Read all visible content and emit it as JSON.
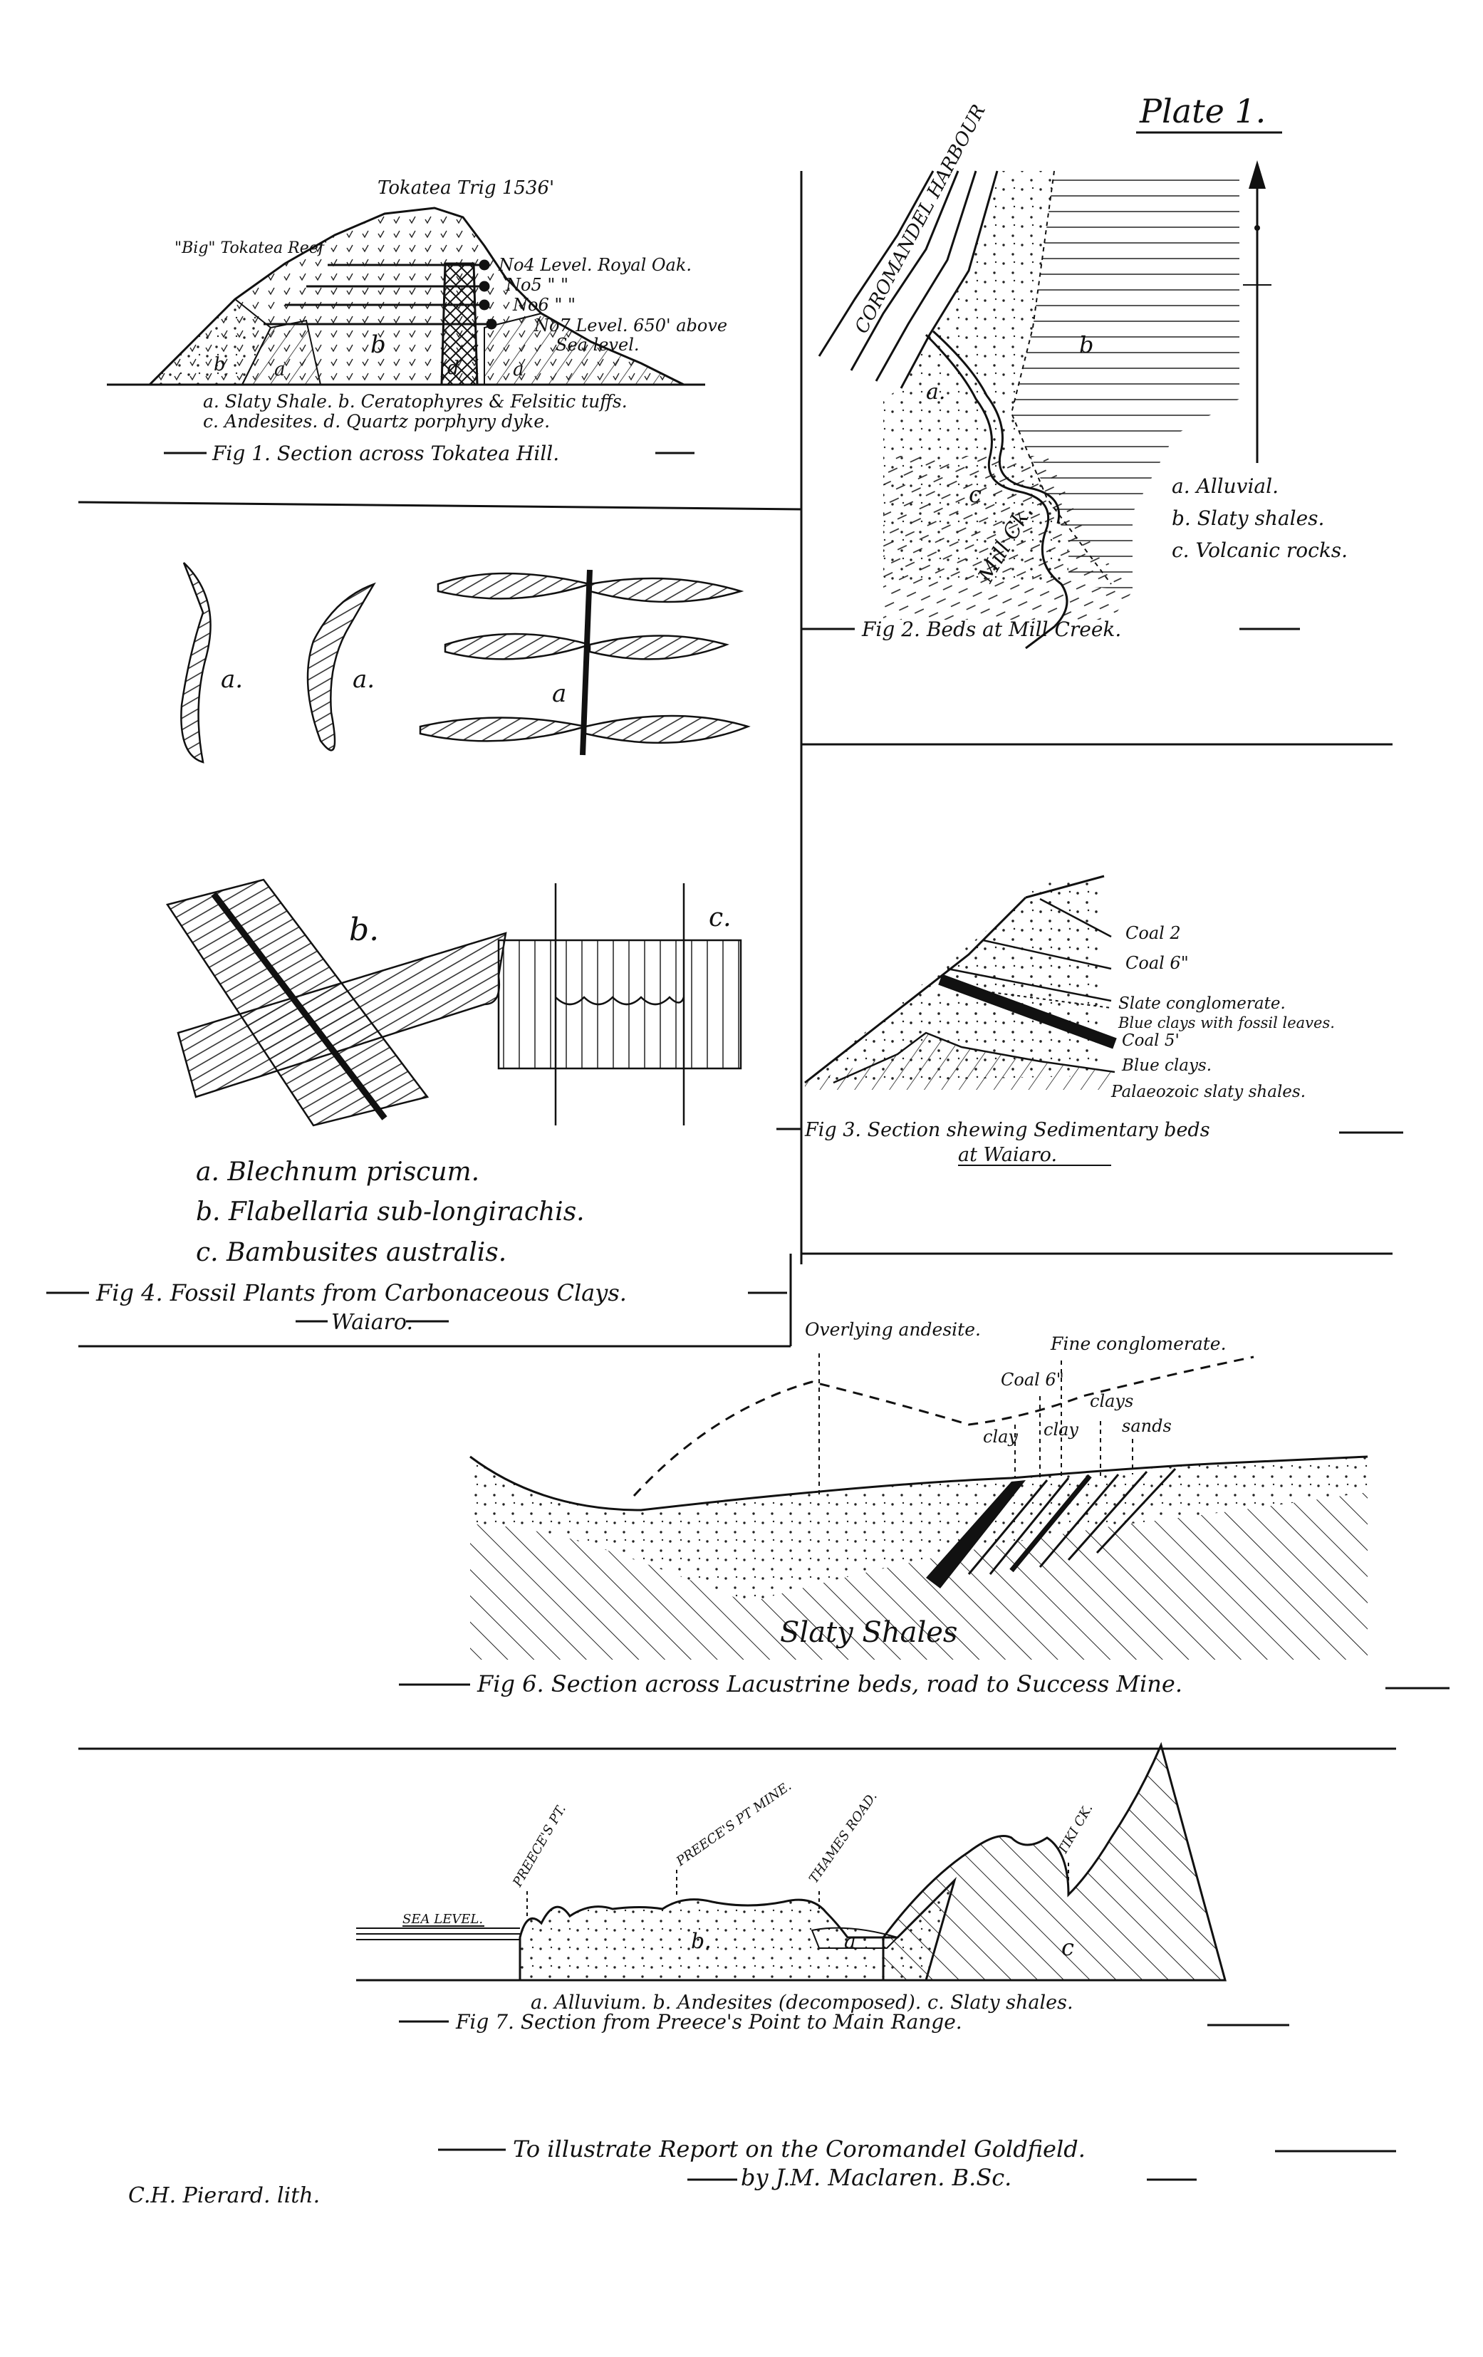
{
  "plate_label": "Plate 1.",
  "fig1": {
    "summit": "Tokatea Trig 1536'",
    "reef": "\"Big\" Tokatea Reef",
    "level4": "No4 Level. Royal Oak.",
    "level5": "No5  \"   \"",
    "level6": "No6  \"   \"",
    "level7a": "No7 Level. 650' above",
    "level7b": "Sea level.",
    "mark_a1": "a",
    "mark_b1": "b",
    "mark_b2": "b",
    "mark_d": "d",
    "mark_a2": "a",
    "legend1": "a. Slaty Shale. b. Ceratophyres & Felsitic tuffs.",
    "legend2": "c. Andesites. d. Quartz porphyry dyke.",
    "caption": "Fig 1. Section across Tokatea Hill."
  },
  "fig2": {
    "harbour": "COROMANDEL HARBOUR",
    "creek": "Mill Ck.",
    "mark_a": "a.",
    "mark_b": "b",
    "mark_c": "c",
    "legend_a": "a. Alluvial.",
    "legend_b": "b. Slaty shales.",
    "legend_c": "c. Volcanic rocks.",
    "caption": "Fig 2. Beds at Mill Creek."
  },
  "fig3": {
    "coal2": "Coal 2",
    "coal6": "Coal 6\"",
    "conglomerate": "Slate conglomerate.",
    "blue_fossil": "Blue clays with fossil leaves.",
    "coal5": "Coal 5'",
    "blue_clays": "Blue clays.",
    "palaeozoic": "Palaeozoic slaty shales.",
    "caption1": "Fig 3. Section shewing Sedimentary beds",
    "caption2": "at Waiaro."
  },
  "fig4": {
    "mark_a1": "a.",
    "mark_a2": "a.",
    "mark_a3": "a",
    "mark_b": "b.",
    "mark_c": "c.",
    "legend_a": "a. Blechnum priscum.",
    "legend_b": "b. Flabellaria sub-longirachis.",
    "legend_c": "c. Bambusites australis.",
    "caption1": "Fig 4. Fossil Plants from Carbonaceous Clays.",
    "caption2": "Waiaro."
  },
  "fig6": {
    "andesite": "Overlying andesite.",
    "fine_cong": "Fine conglomerate.",
    "coal6": "Coal 6\"",
    "clays": "clays",
    "clay1": "clay",
    "clay2": "clay",
    "sands": "sands",
    "shales": "Slaty  Shales",
    "caption": "Fig 6. Section across Lacustrine beds, road to Success Mine."
  },
  "fig7": {
    "sea_level": "SEA LEVEL.",
    "preeces_pt": "PREECE'S PT.",
    "preeces_mine": "PREECE'S PT MINE.",
    "thames_road": "THAMES ROAD.",
    "tiki": "TIKI CK.",
    "mark_a": "a",
    "mark_b": "b.",
    "mark_c": "c",
    "legend": "a. Alluvium. b. Andesites (decomposed). c. Slaty shales.",
    "caption": "Fig 7. Section from Preece's Point to Main Range."
  },
  "footer": {
    "lithographer": "C.H. Pierard. lith.",
    "illustrate": "To illustrate Report on the Coromandel Goldfield.",
    "author": "by J.M. Maclaren. B.Sc."
  }
}
